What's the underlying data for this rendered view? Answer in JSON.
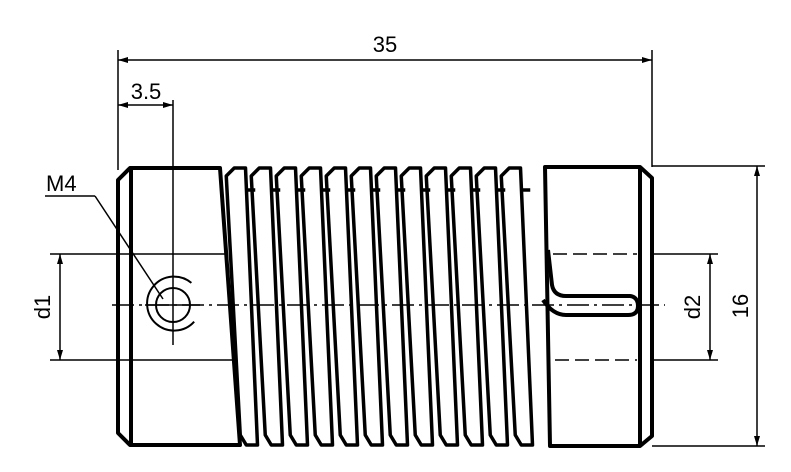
{
  "drawing": {
    "title": "Bellows / helical shaft coupling dimension drawing",
    "dimensions": {
      "overall_length": "35",
      "screw_offset": "3.5",
      "screw_label": "M4",
      "bore_left": "d1",
      "bore_right": "d2",
      "outer_diameter": "16"
    },
    "coil_count": 12,
    "line_color": "#000000",
    "background_color": "#ffffff"
  }
}
